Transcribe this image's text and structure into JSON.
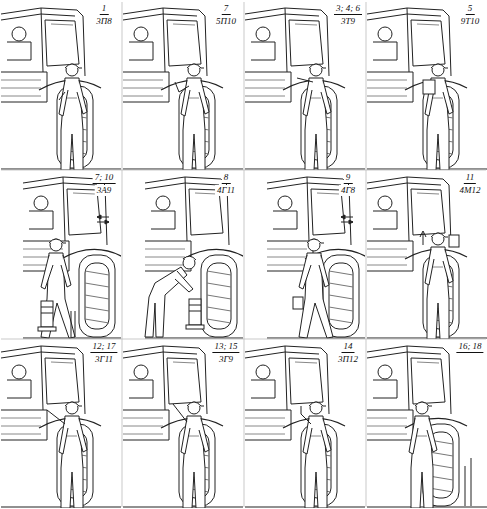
{
  "diagram": {
    "labels": [
      "1",
      "3П8",
      "7",
      "5П10",
      "3; 4; 6",
      "3Т9",
      "5",
      "9Т10",
      "7; 10",
      "3А9",
      "8",
      "4Г11",
      "9",
      "4Г8",
      "11",
      "4М12",
      "12; 17",
      "3Г11",
      "13; 15",
      "3Г9",
      "14",
      "3П12",
      "16; 18"
    ]
  }
}
